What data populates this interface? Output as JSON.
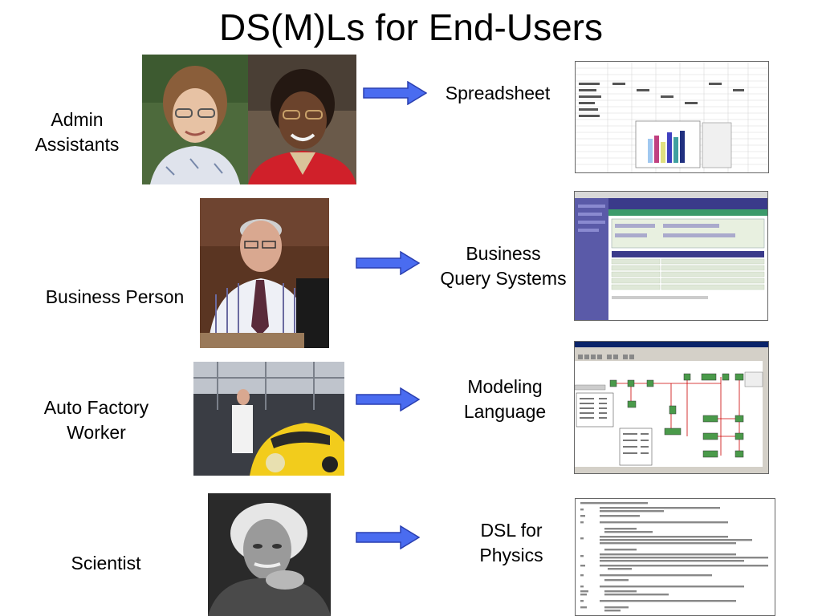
{
  "title": "DS(M)Ls for End-Users",
  "rows": [
    {
      "user": [
        "Admin",
        "Assistants"
      ],
      "target": [
        "Spreadsheet"
      ]
    },
    {
      "user": [
        "Business Person"
      ],
      "target": [
        "Business",
        "Query Systems"
      ]
    },
    {
      "user": [
        "Auto Factory",
        "Worker"
      ],
      "target": [
        "Modeling",
        "Language"
      ]
    },
    {
      "user": [
        "Scientist"
      ],
      "target": [
        "DSL for",
        "Physics"
      ]
    }
  ],
  "colors": {
    "arrow_fill": "#4a6cf0",
    "arrow_stroke": "#2a3fb0",
    "query_header": "#5a5aa8",
    "query_bar": "#3b9a6a",
    "model_title": "#0a246a"
  },
  "icons": [
    "right-arrow-icon"
  ]
}
